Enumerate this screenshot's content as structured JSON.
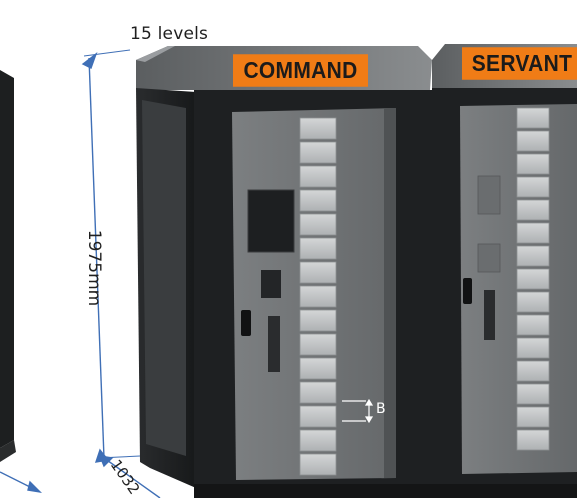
{
  "levels_label": "15 levels",
  "height_label": "1975mm",
  "depth_label": "1032",
  "spacing_label": "B",
  "sign_command": "COMMAND",
  "sign_servant": "SERVANT",
  "colors": {
    "accent_orange": "#f07c16",
    "dimension_blue": "#3f6fb6",
    "cabinet_dark": "#1e2022",
    "door_grey": "#6f7274"
  }
}
